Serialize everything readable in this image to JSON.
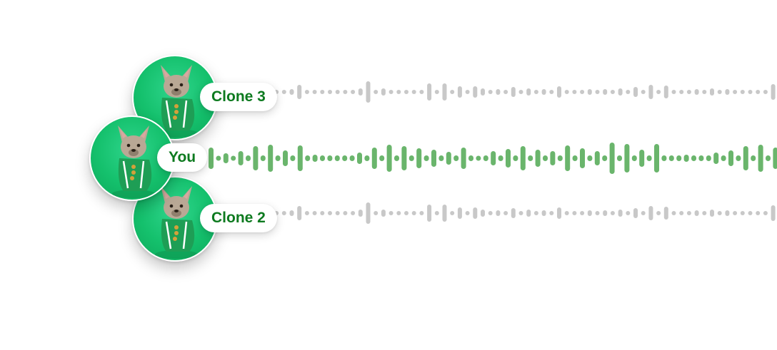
{
  "rows": [
    {
      "id": "clone3",
      "label": "Clone 3",
      "wave_color": "#c8c8c8"
    },
    {
      "id": "you",
      "label": "You",
      "wave_color": "#6ab56c"
    },
    {
      "id": "clone2",
      "label": "Clone 2",
      "wave_color": "#c8c8c8"
    }
  ],
  "colors": {
    "label_text": "#0d7a1f",
    "avatar_background": "#14c06c",
    "active_wave": "#6ab56c",
    "inactive_wave": "#c8c8c8"
  },
  "avatar_icon": "french-bulldog-photo"
}
